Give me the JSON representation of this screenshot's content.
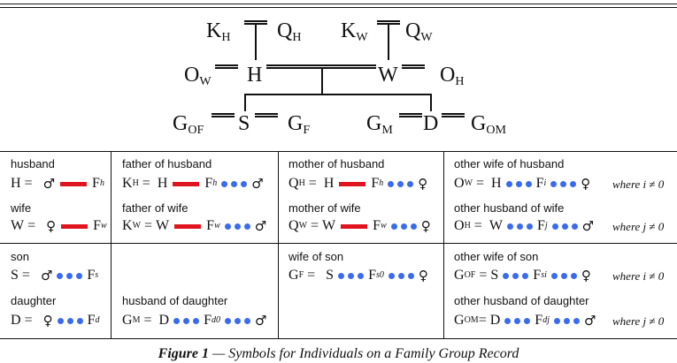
{
  "diagram": {
    "k_h": "K",
    "k_h_sub": "H",
    "q_h": "Q",
    "q_h_sub": "H",
    "k_w": "K",
    "k_w_sub": "W",
    "q_w": "Q",
    "q_w_sub": "W",
    "o_w": "O",
    "o_w_sub": "W",
    "h": "H",
    "w": "W",
    "o_h": "O",
    "o_h_sub": "H",
    "g_of": "G",
    "g_of_sub": "OF",
    "s": "S",
    "g_f": "G",
    "g_f_sub": "F",
    "g_m": "G",
    "g_m_sub": "M",
    "d": "D",
    "g_om": "G",
    "g_om_sub": "OM"
  },
  "table": {
    "husband": {
      "label": "husband",
      "lhs": "H",
      "sub": "",
      "mid": "",
      "sym": "♂",
      "f": "F",
      "fsub": "h"
    },
    "wife": {
      "label": "wife",
      "lhs": "W",
      "sub": "",
      "mid": "",
      "sym": "♀",
      "f": "F",
      "fsub": "w"
    },
    "son": {
      "label": "son",
      "lhs": "S",
      "sym": "♂",
      "f": "F",
      "fsub": "s"
    },
    "daughter": {
      "label": "daughter",
      "lhs": "D",
      "sym": "♀",
      "f": "F",
      "fsub": "d"
    },
    "father_husband": {
      "label": "father of husband",
      "lhs": "K",
      "sub": "H",
      "mid": "H",
      "f": "F",
      "fsub": "h",
      "sym": "♂"
    },
    "father_wife": {
      "label": "father of wife",
      "lhs": "K",
      "sub": "W",
      "mid": "W",
      "f": "F",
      "fsub": "w",
      "sym": "♂"
    },
    "husband_daughter": {
      "label": "husband of daughter",
      "lhs": "G",
      "sub": "M",
      "mid": "D",
      "f": "F",
      "fsub": "d0",
      "sym": "♂"
    },
    "mother_husband": {
      "label": "mother of husband",
      "lhs": "Q",
      "sub": "H",
      "mid": "H",
      "f": "F",
      "fsub": "h",
      "sym": "♀"
    },
    "mother_wife": {
      "label": "mother of wife",
      "lhs": "Q",
      "sub": "W",
      "mid": "W",
      "f": "F",
      "fsub": "w",
      "sym": "♀"
    },
    "wife_son": {
      "label": "wife of son",
      "lhs": "G",
      "sub": "F",
      "mid": "S",
      "f": "F",
      "fsub": "s0",
      "sym": "♀"
    },
    "other_wife_husband": {
      "label": "other wife of husband",
      "lhs": "O",
      "sub": "W",
      "mid": "H",
      "f": "F",
      "fsub": "i",
      "sym": "♀",
      "cond": "where i ≠ 0"
    },
    "other_husband_wife": {
      "label": "other husband of wife",
      "lhs": "O",
      "sub": "H",
      "mid": "W",
      "f": "F",
      "fsub": "j",
      "sym": "♂",
      "cond": "where j ≠ 0"
    },
    "other_wife_son": {
      "label": "other wife of son",
      "lhs": "G",
      "sub": "OF",
      "mid": "S",
      "f": "F",
      "fsub": "si",
      "sym": "♀",
      "cond": "where i ≠ 0"
    },
    "other_husband_daughter": {
      "label": "other husband of daughter",
      "lhs": "G",
      "sub": "OM",
      "mid": "D",
      "f": "F",
      "fsub": "dj",
      "sym": "♂",
      "cond": "where j ≠ 0"
    }
  },
  "equals": "=",
  "caption": {
    "bold": "Figure 1",
    "rest": " — Symbols for Individuals on a Family Group Record"
  },
  "colors": {
    "red_bar": "#e0141e",
    "dots": "#3a6bef"
  }
}
